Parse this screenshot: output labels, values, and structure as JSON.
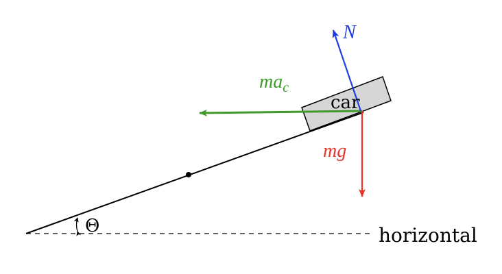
{
  "labels": {
    "car": "car",
    "normal_force": "N",
    "centripetal_force": "ma",
    "centripetal_subscript": "c",
    "gravity_force": "mg",
    "angle": "Θ",
    "horizontal": "horizontal"
  },
  "colors": {
    "normal_force": "#1f3fe0",
    "centripetal_force": "#3f9a2a",
    "gravity_force": "#e8352a",
    "car_fill": "#d6d6d6",
    "ink": "#000000"
  }
}
